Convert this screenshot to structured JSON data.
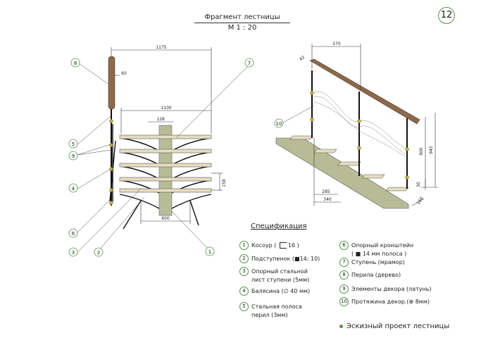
{
  "title": {
    "line1": "Фрагмент  лестницы",
    "line2": "М  1 : 20"
  },
  "page_number": "12",
  "dimensions": {
    "d1175": "1175",
    "d60": "60",
    "d1100": "1100",
    "d128": "128",
    "d158": "158",
    "d600": "600",
    "d570": "570",
    "d42": "42",
    "d285": "285",
    "d340": "340",
    "d900": "900",
    "d945": "945",
    "d30": "30",
    "d160": "160"
  },
  "callouts": {
    "c8": "8",
    "c7": "7",
    "c5": "5",
    "c9": "9",
    "c4": "4",
    "c6": "6",
    "c3": "3",
    "c2": "2",
    "c1": "1",
    "c10": "10"
  },
  "spec": {
    "title": "Спецификация",
    "items": [
      {
        "num": "1",
        "text": "Косоур (",
        "text2": "16 )"
      },
      {
        "num": "2",
        "text": "Подступенок (■14; 10)"
      },
      {
        "num": "3",
        "text": "Опорный стальной",
        "text2": "лист  ступени  (5мм)"
      },
      {
        "num": "4",
        "text": "Балясина (∅ 40 мм)"
      },
      {
        "num": "5",
        "text": "Стальная  полоса",
        "text2": "перил  (3мм)"
      },
      {
        "num": "6",
        "text": "Опорный кронштейн",
        "text2": "( ■ 14 мм  полоса  )"
      },
      {
        "num": "7",
        "text": "Ступень (мрамор)"
      },
      {
        "num": "8",
        "text": "Перила  (дерево)"
      },
      {
        "num": "9",
        "text": "Элементы декора  (латунь)"
      },
      {
        "num": "10",
        "text": "Протяжина  декор.(⊕ 8мм)"
      }
    ]
  },
  "footer": "Эскизный  проект  лестницы",
  "colors": {
    "accent": "#4a9a3a",
    "tread": "#e6dcc0",
    "rail": "#7a5a3a",
    "brass": "#c8a640",
    "stringer": "#9aa07a"
  }
}
